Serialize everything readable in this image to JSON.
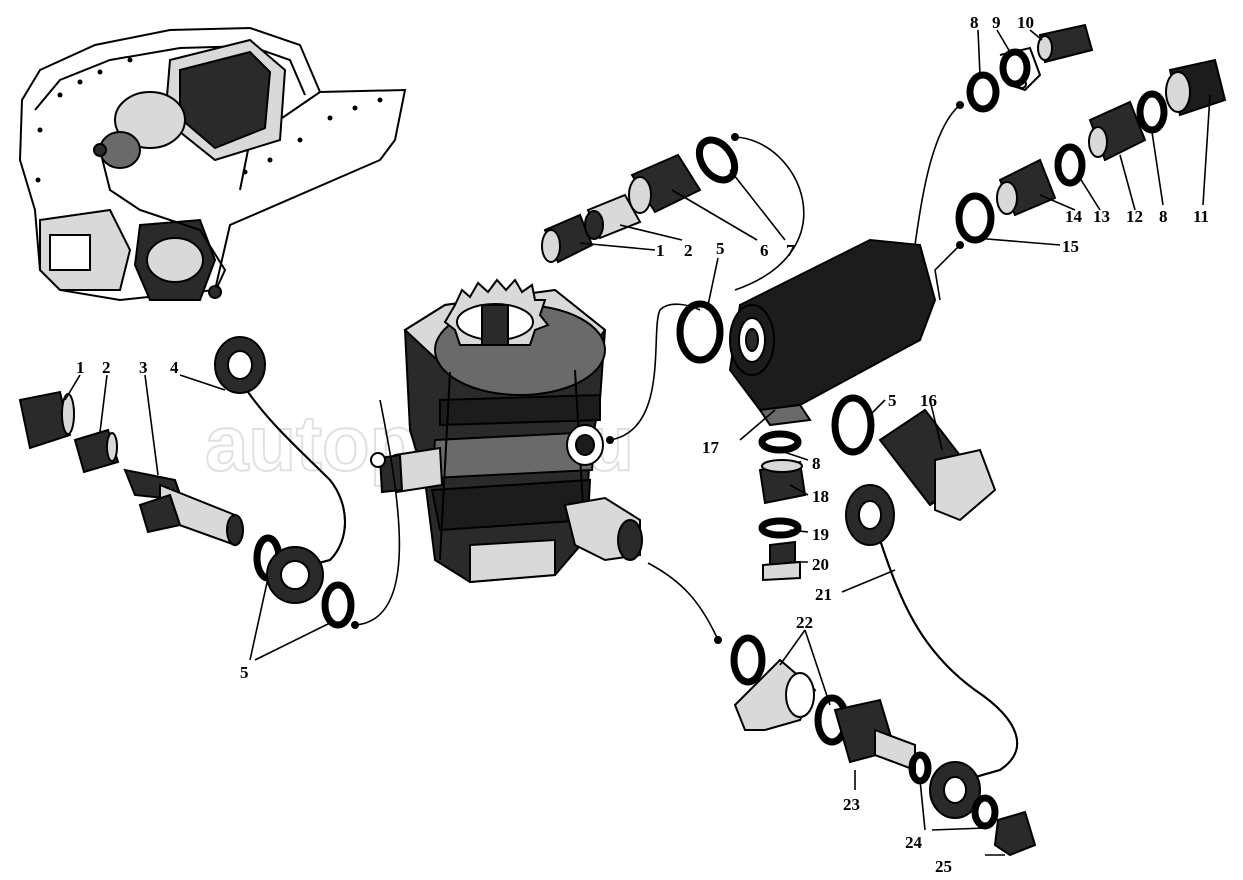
{
  "watermark": "autopiter.ru",
  "callouts": [
    {
      "id": "c1a",
      "text": "1"
    },
    {
      "id": "c2a",
      "text": "2"
    },
    {
      "id": "c6a",
      "text": "6"
    },
    {
      "id": "c7a",
      "text": "7"
    },
    {
      "id": "c5a",
      "text": "5"
    },
    {
      "id": "c8a",
      "text": "8"
    },
    {
      "id": "c9",
      "text": "9"
    },
    {
      "id": "c10",
      "text": "10"
    },
    {
      "id": "c14",
      "text": "14"
    },
    {
      "id": "c13",
      "text": "13"
    },
    {
      "id": "c12",
      "text": "12"
    },
    {
      "id": "c8b",
      "text": "8"
    },
    {
      "id": "c11",
      "text": "11"
    },
    {
      "id": "c15",
      "text": "15"
    },
    {
      "id": "c1b",
      "text": "1"
    },
    {
      "id": "c2b",
      "text": "2"
    },
    {
      "id": "c3",
      "text": "3"
    },
    {
      "id": "c4",
      "text": "4"
    },
    {
      "id": "c5b",
      "text": "5"
    },
    {
      "id": "c16",
      "text": "16"
    },
    {
      "id": "c17",
      "text": "17"
    },
    {
      "id": "c8c",
      "text": "8"
    },
    {
      "id": "c18",
      "text": "18"
    },
    {
      "id": "c19",
      "text": "19"
    },
    {
      "id": "c20",
      "text": "20"
    },
    {
      "id": "c5c",
      "text": "5"
    },
    {
      "id": "c21",
      "text": "21"
    },
    {
      "id": "c22",
      "text": "22"
    },
    {
      "id": "c23",
      "text": "23"
    },
    {
      "id": "c24",
      "text": "24"
    },
    {
      "id": "c25",
      "text": "25"
    }
  ]
}
